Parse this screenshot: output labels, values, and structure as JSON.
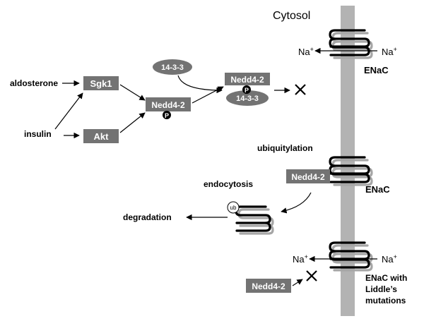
{
  "labels": {
    "cytosol": "Cytosol",
    "aldosterone": "aldosterone",
    "insulin": "insulin",
    "sgk1": "Sgk1",
    "akt": "Akt",
    "nedd4_2": "Nedd4-2",
    "p": "P",
    "protein_14_3_3": "14-3-3",
    "na": "Na",
    "na_sup": "+",
    "enac": "ENaC",
    "ubiquitylation": "ubiquitylation",
    "endocytosis": "endocytosis",
    "degradation": "degradation",
    "ub": "ub",
    "liddle_line1": "ENaC with",
    "liddle_line2": "Liddle’s",
    "liddle_line3": "mutations"
  },
  "colors": {
    "box_fill": "#737373",
    "membrane": "#b3b3b3",
    "channel_shadow": "#a6a6a6",
    "text": "#000000",
    "box_text": "#ffffff"
  }
}
